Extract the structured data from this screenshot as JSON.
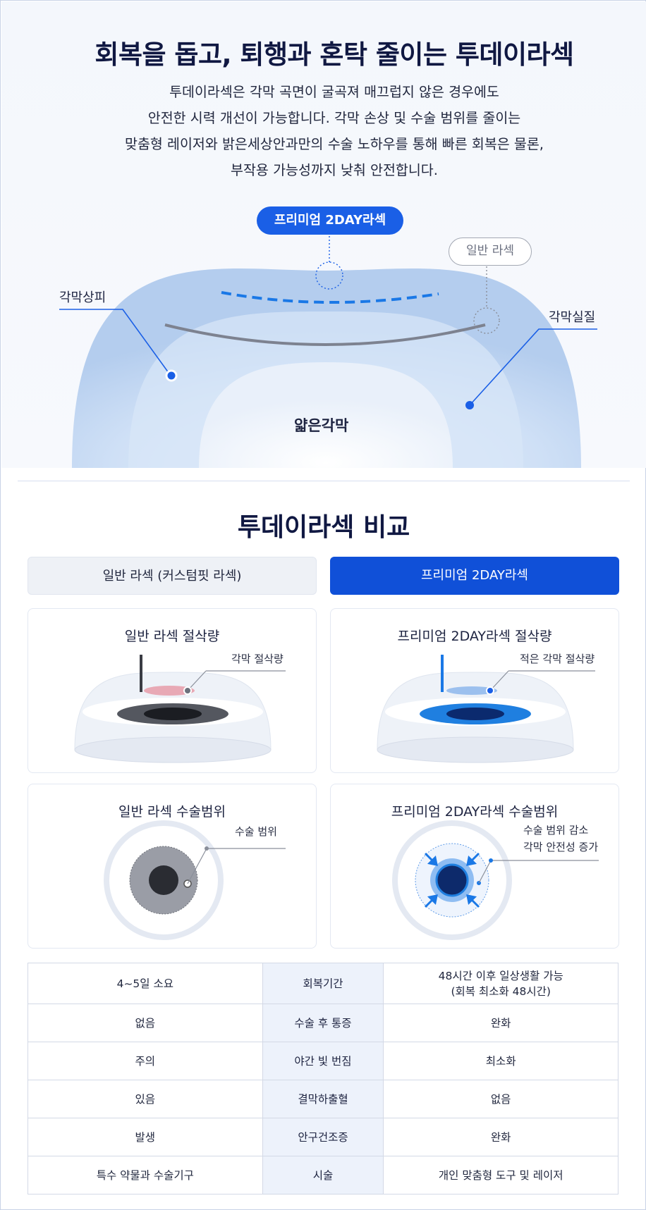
{
  "headline": "회복을 돕고, 퇴행과 혼탁 줄이는 투데이라섹",
  "intro": [
    "투데이라섹은 각막 곡면이 굴곡져 매끄럽지 않은 경우에도",
    "안전한 시력 개선이 가능합니다. 각막 손상 및 수술 범위를 줄이는",
    "맞춤형 레이저와 밝은세상안과만의 수술 노하우를 통해 빠른 회복은 물론,",
    "부작용 가능성까지 낮춰 안전합니다."
  ],
  "diagram": {
    "premium_pill": "프리미엄 2DAY라섹",
    "normal_pill": "일반 라섹",
    "epithelium_label": "각막상피",
    "stroma_label": "각막실질",
    "center_label": "얇은각막",
    "colors": {
      "premium": "#1a5fe6",
      "normal_line": "#7d8290",
      "cornea": "#c7daf3"
    }
  },
  "comparison": {
    "title": "투데이라섹 비교",
    "tab_normal": "일반 라섹 (커스텀핏 라섹)",
    "tab_premium": "프리미엄 2DAY라섹",
    "cards": {
      "normal_cut_title": "일반 라섹 절삭량",
      "normal_cut_anno": "각막 절삭량",
      "premium_cut_title": "프리미엄 2DAY라섹 절삭량",
      "premium_cut_anno": "적은 각막 절삭량",
      "normal_range_title": "일반 라섹 수술범위",
      "normal_range_anno": "수술 범위",
      "premium_range_title": "프리미엄 2DAY라섹 수술범위",
      "premium_range_anno_1": "수술 범위 감소",
      "premium_range_anno_2": "각막 안전성 증가"
    },
    "table": [
      {
        "normal": "4~5일 소요",
        "item": "회복기간",
        "premium_1": "48시간 이후 일상생활 가능",
        "premium_2": "(회복 최소화 48시간)"
      },
      {
        "normal": "없음",
        "item": "수술 후 통증",
        "premium_1": "완화",
        "premium_2": ""
      },
      {
        "normal": "주의",
        "item": "야간 빛 번짐",
        "premium_1": "최소화",
        "premium_2": ""
      },
      {
        "normal": "있음",
        "item": "결막하출혈",
        "premium_1": "없음",
        "premium_2": ""
      },
      {
        "normal": "발생",
        "item": "안구건조증",
        "premium_1": "완화",
        "premium_2": ""
      },
      {
        "normal": "특수 약물과 수술기구",
        "item": "시술",
        "premium_1": "개인 맞춤형 도구 및 레이저",
        "premium_2": ""
      }
    ]
  }
}
